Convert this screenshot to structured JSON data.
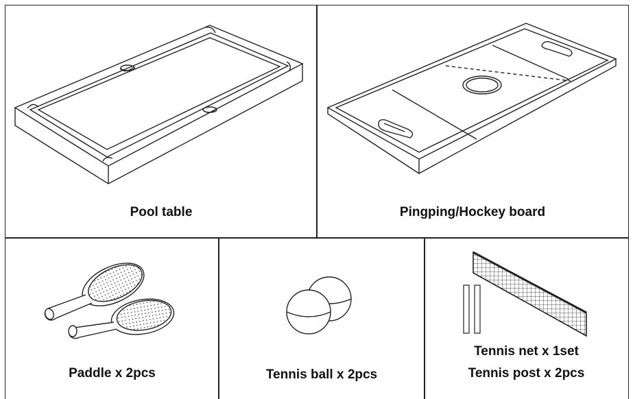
{
  "items": {
    "pool_table": {
      "label": "Pool table"
    },
    "board": {
      "label": "Pingping/Hockey board"
    },
    "paddle": {
      "label": "Paddle x 2pcs"
    },
    "ball": {
      "label": "Tennis ball x 2pcs"
    },
    "net": {
      "label": "Tennis net x 1set"
    },
    "post": {
      "label": "Tennis post x 2pcs"
    }
  },
  "colors": {
    "line": "#222222",
    "fill": "#ffffff"
  }
}
